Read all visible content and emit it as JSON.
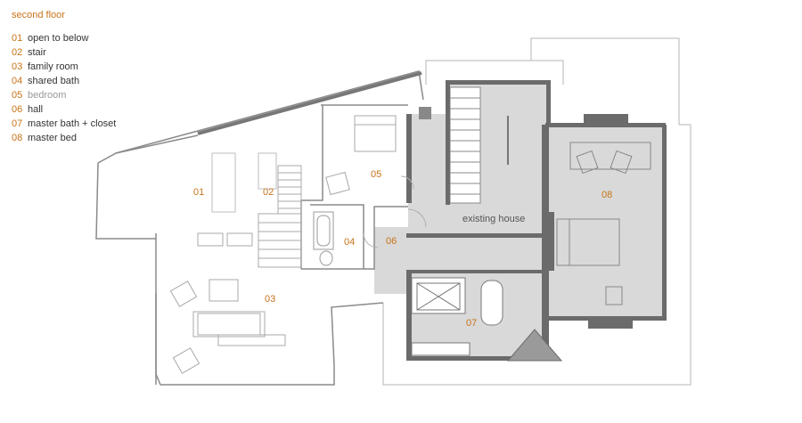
{
  "title": "second floor",
  "legend": [
    {
      "num": "01",
      "label": "open to below"
    },
    {
      "num": "02",
      "label": "stair"
    },
    {
      "num": "03",
      "label": "family room"
    },
    {
      "num": "04",
      "label": "shared bath"
    },
    {
      "num": "05",
      "label": "bedroom"
    },
    {
      "num": "06",
      "label": "hall"
    },
    {
      "num": "07",
      "label": "master bath + closet"
    },
    {
      "num": "08",
      "label": "master bed"
    }
  ],
  "plan": {
    "rooms": {
      "r01": "01",
      "r02": "02",
      "r03": "03",
      "r04": "04",
      "r05": "05",
      "r06": "06",
      "r07": "07",
      "r08": "08"
    },
    "existing_label": "existing house"
  },
  "colors": {
    "accent": "#c8731a",
    "wall": "#6b6b6b",
    "existing_fill": "#d9d9d9",
    "line": "#999999"
  }
}
